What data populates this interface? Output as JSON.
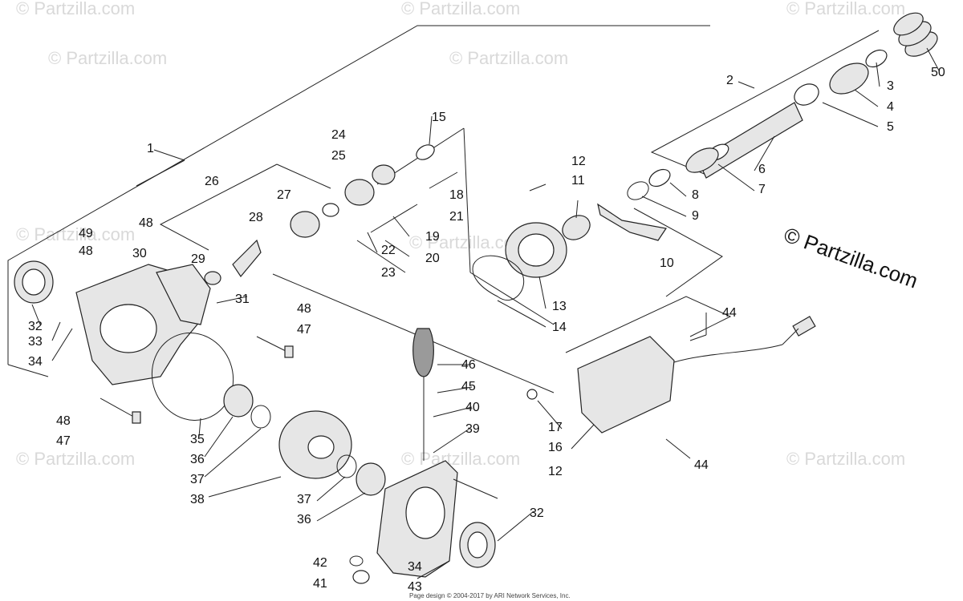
{
  "watermark": {
    "small": "© Partzilla.com",
    "large": "© Partzilla.com"
  },
  "footer": "Page design © 2004-2017 by ARI Network Services, Inc.",
  "callouts": [
    "1",
    "2",
    "3",
    "4",
    "5",
    "6",
    "7",
    "8",
    "9",
    "10",
    "11",
    "12",
    "12",
    "13",
    "14",
    "15",
    "16",
    "17",
    "18",
    "19",
    "20",
    "21",
    "22",
    "23",
    "24",
    "25",
    "26",
    "27",
    "28",
    "29",
    "30",
    "31",
    "32",
    "32",
    "33",
    "34",
    "34",
    "35",
    "36",
    "36",
    "37",
    "37",
    "38",
    "39",
    "40",
    "41",
    "42",
    "43",
    "44",
    "44",
    "45",
    "46",
    "47",
    "47",
    "48",
    "48",
    "48",
    "48",
    "49",
    "50"
  ]
}
